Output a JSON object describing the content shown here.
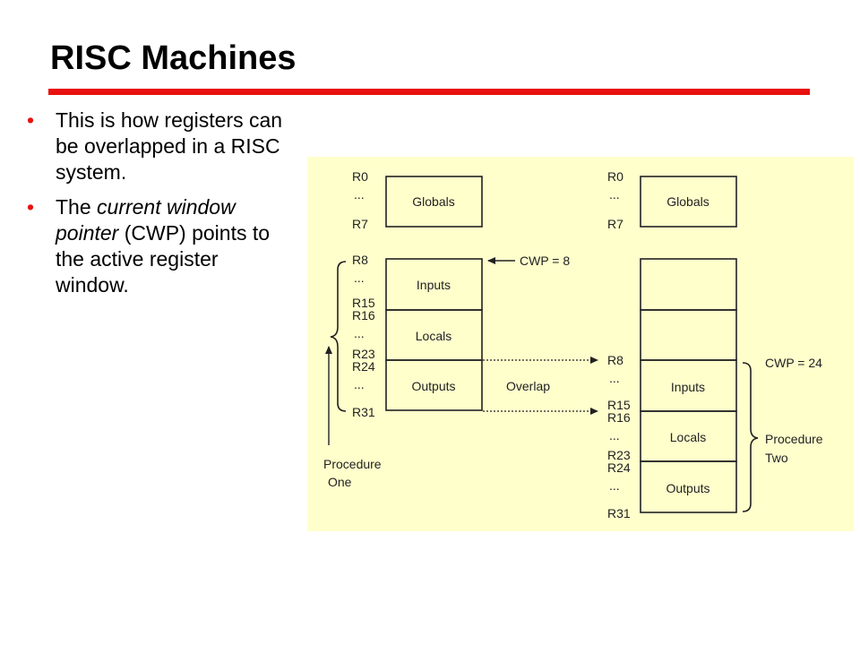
{
  "slide": {
    "title": "RISC Machines",
    "accent_color": "#e8110f",
    "bullet_color": "#e8110f",
    "bullets": [
      {
        "parts": [
          {
            "text": "This is how registers can be overlapped in a RISC system.",
            "italic": false
          }
        ]
      },
      {
        "parts": [
          {
            "text": "The ",
            "italic": false
          },
          {
            "text": "current window pointer",
            "italic": true
          },
          {
            "text": " (CWP) points to the active register window.",
            "italic": false
          }
        ]
      }
    ],
    "bullet_glyph": "•"
  },
  "diagram": {
    "background_color": "#ffffcc",
    "left": {
      "labels": {
        "r0": "R0",
        "dots1": "...",
        "r7": "R7",
        "r8": "R8",
        "dots2": "...",
        "r15": "R15",
        "r16": "R16",
        "dots3": "...",
        "r23": "R23",
        "r24": "R24",
        "dots4": "...",
        "r31": "R31"
      },
      "boxes": {
        "globals": "Globals",
        "inputs": "Inputs",
        "locals": "Locals",
        "outputs": "Outputs"
      },
      "cwp": "CWP = 8",
      "procedure": [
        "Procedure",
        "One"
      ]
    },
    "overlap": "Overlap",
    "right": {
      "labels": {
        "r0": "R0",
        "dots1": "...",
        "r7": "R7",
        "r8": "R8",
        "dots2": "...",
        "r15": "R15",
        "r16": "R16",
        "dots3": "...",
        "r23": "R23",
        "r24": "R24",
        "dots4": "...",
        "r31": "R31"
      },
      "boxes": {
        "globals": "Globals",
        "inputs": "Inputs",
        "locals": "Locals",
        "outputs": "Outputs"
      },
      "cwp": "CWP = 24",
      "procedure": [
        "Procedure",
        "Two"
      ]
    }
  }
}
